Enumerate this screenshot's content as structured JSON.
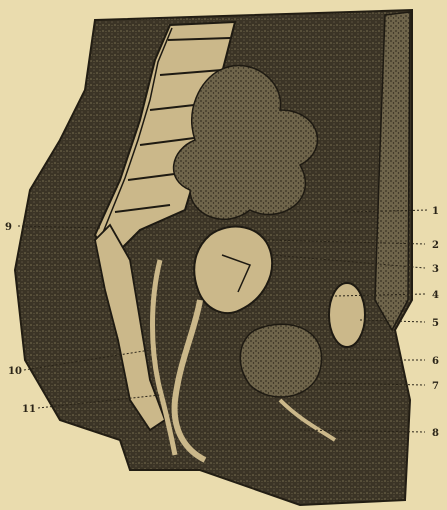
{
  "figure": {
    "labels_right": [
      "1",
      "2",
      "3",
      "4",
      "5",
      "6",
      "7",
      "8"
    ],
    "labels_left": [
      "9",
      "10",
      "11"
    ]
  }
}
